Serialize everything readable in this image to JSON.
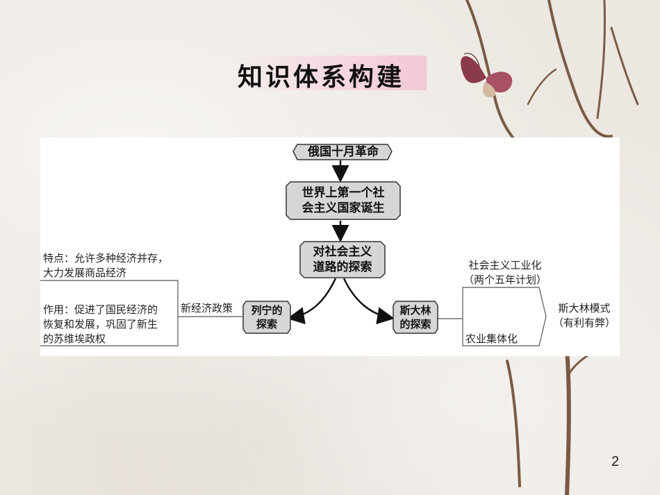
{
  "title": "知识体系构建",
  "nodes": {
    "revolution": "俄国十月革命",
    "first_state_line1": "世界上第一个社",
    "first_state_line2": "会主义国家诞生",
    "exploration_line1": "对社会主义",
    "exploration_line2": "道路的探索",
    "lenin_line1": "列宁的",
    "lenin_line2": "探索",
    "stalin_line1": "斯大林",
    "stalin_line2": "的探索"
  },
  "left": {
    "feature_line1": "特点：允许多种经济并存，",
    "feature_line2": "大力发展商品经济",
    "effect_line1": "作用：促进了国民经济的",
    "effect_line2": "恢复和发展，巩固了新生",
    "effect_line3": "的苏维埃政权",
    "policy": "新经济政策"
  },
  "right": {
    "industrialization": "社会主义工业化",
    "five_year_plans": "（两个五年计划）",
    "collectivization": "农业集体化",
    "model": "斯大林模式",
    "model_note": "（有利有弊）"
  },
  "page_number": "2"
}
